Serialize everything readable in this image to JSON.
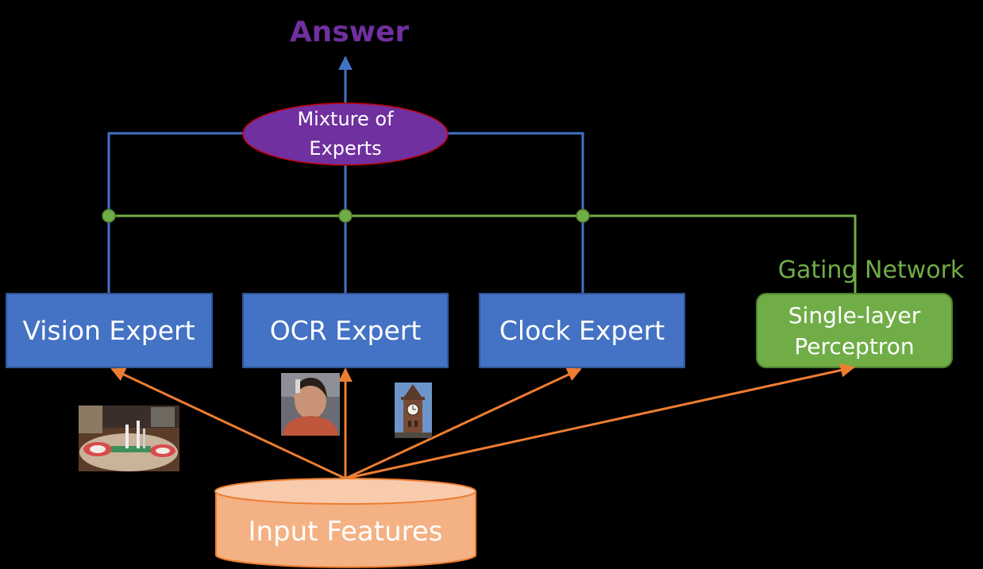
{
  "answer_label": "Answer",
  "mixture": {
    "line1": "Mixture of",
    "line2": "Experts"
  },
  "experts": [
    {
      "label": "Vision Expert"
    },
    {
      "label": "OCR Expert"
    },
    {
      "label": "Clock Expert"
    }
  ],
  "gating": {
    "title": "Gating Network",
    "line1": "Single-layer",
    "line2": "Perceptron"
  },
  "input_label": "Input Features",
  "thumbnails": [
    {
      "depicts": "dining-table-photo"
    },
    {
      "depicts": "person-photo"
    },
    {
      "depicts": "clock-tower-photo"
    }
  ],
  "colors": {
    "expert_fill": "#4472C4",
    "blue_line": "#4472C4",
    "green_line": "#70AD47",
    "gating_fill": "#70AD47",
    "purple": "#7030A0",
    "orange": "#ED7D31",
    "input_fill": "#F4B183",
    "text_white": "#FFFFFF"
  }
}
